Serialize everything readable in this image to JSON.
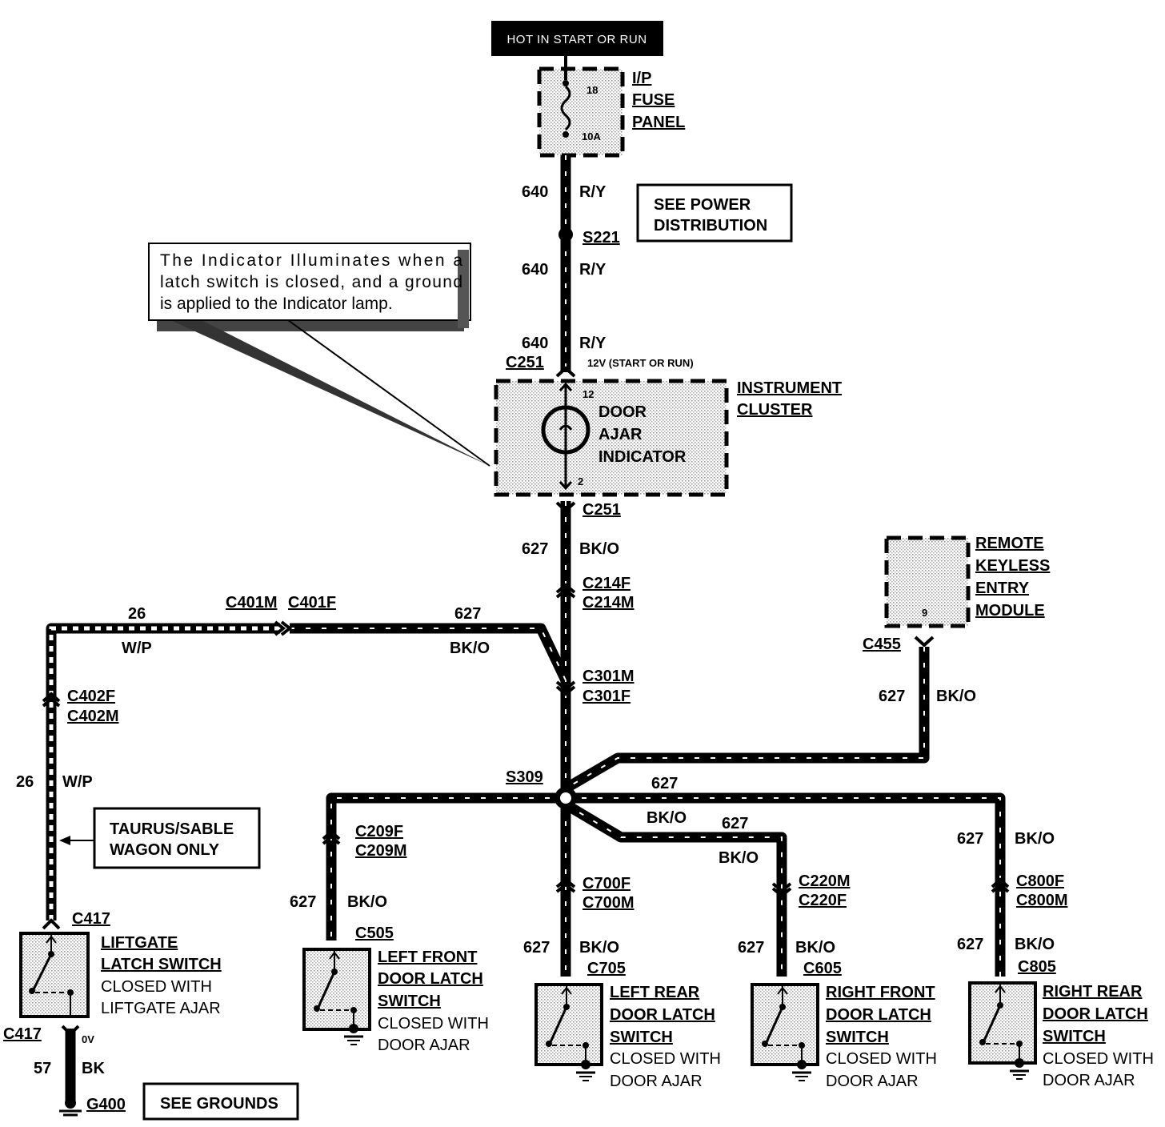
{
  "header": "HOT IN START OR RUN",
  "fuse_panel": {
    "l1": "I/P",
    "l2": "FUSE",
    "l3": "PANEL",
    "fuse": "18",
    "rating": "10A"
  },
  "see_power": {
    "l1": "SEE POWER",
    "l2": "DISTRIBUTION"
  },
  "note": {
    "l1": "The Indicator Illuminates when a",
    "l2": "latch switch is closed, and a ground",
    "l3": "is applied to the Indicator lamp."
  },
  "splices": {
    "s221": "S221",
    "s309": "S309"
  },
  "wires": {
    "c640": "640",
    "rY": "R/Y",
    "c627": "627",
    "bko": "BK/O",
    "c26": "26",
    "wp": "W/P",
    "c57": "57",
    "bk": "BK"
  },
  "voltage": {
    "v12": "12V (START OR RUN)",
    "v0": "0V"
  },
  "cluster": {
    "l1": "INSTRUMENT",
    "l2": "CLUSTER",
    "ind1": "DOOR",
    "ind2": "AJAR",
    "ind3": "INDICATOR",
    "pin12": "12",
    "pin2": "2"
  },
  "rke": {
    "l1": "REMOTE",
    "l2": "KEYLESS",
    "l3": "ENTRY",
    "l4": "MODULE",
    "pin": "9"
  },
  "connectors": {
    "c251": "C251",
    "c214f": "C214F",
    "c214m": "C214M",
    "c301m": "C301M",
    "c301f": "C301F",
    "c401m": "C401M",
    "c401f": "C401F",
    "c402f": "C402F",
    "c402m": "C402M",
    "c455": "C455",
    "c209f": "C209F",
    "c209m": "C209M",
    "c505": "C505",
    "c700f": "C700F",
    "c700m": "C700M",
    "c705": "C705",
    "c220m": "C220M",
    "c220f": "C220F",
    "c605": "C605",
    "c800f": "C800F",
    "c800m": "C800M",
    "c805": "C805",
    "c417": "C417",
    "g400": "G400"
  },
  "wagon": {
    "l1": "TAURUS/SABLE",
    "l2": "WAGON ONLY"
  },
  "see_grounds": "SEE GROUNDS",
  "switches": {
    "liftgate": {
      "l1": "LIFTGATE",
      "l2": "LATCH SWITCH",
      "l3": "CLOSED WITH",
      "l4": "LIFTGATE AJAR"
    },
    "lf": {
      "l1": "LEFT FRONT",
      "l2": "DOOR LATCH",
      "l3": "SWITCH",
      "l4": "CLOSED WITH",
      "l5": "DOOR AJAR"
    },
    "lr": {
      "l1": "LEFT REAR",
      "l2": "DOOR LATCH",
      "l3": "SWITCH",
      "l4": "CLOSED WITH",
      "l5": "DOOR AJAR"
    },
    "rf": {
      "l1": "RIGHT FRONT",
      "l2": "DOOR LATCH",
      "l3": "SWITCH",
      "l4": "CLOSED WITH",
      "l5": "DOOR AJAR"
    },
    "rr": {
      "l1": "RIGHT REAR",
      "l2": "DOOR LATCH",
      "l3": "SWITCH",
      "l4": "CLOSED WITH",
      "l5": "DOOR AJAR"
    }
  }
}
